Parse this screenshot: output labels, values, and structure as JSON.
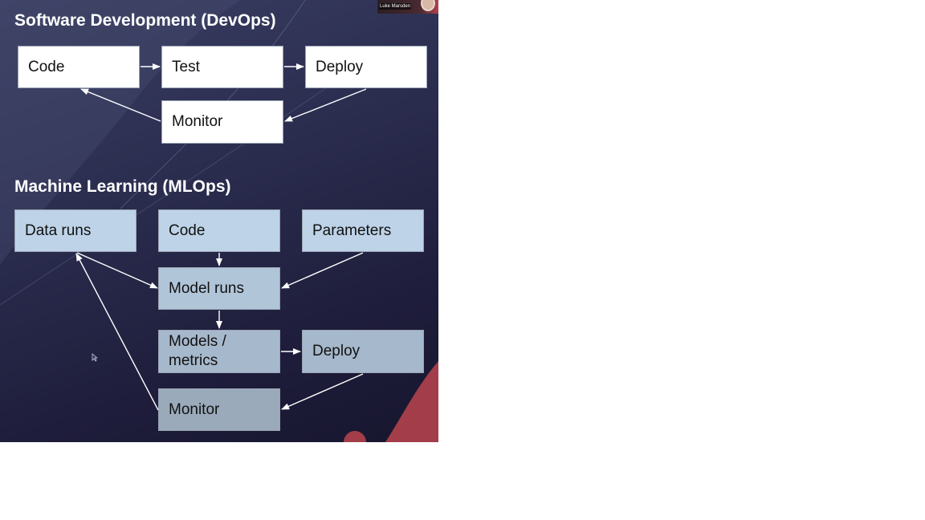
{
  "devops": {
    "title": "Software Development (DevOps)",
    "boxes": {
      "code": "Code",
      "test": "Test",
      "deploy": "Deploy",
      "monitor": "Monitor"
    }
  },
  "mlops": {
    "title": "Machine Learning (MLOps)",
    "boxes": {
      "data_runs": "Data runs",
      "code": "Code",
      "parameters": "Parameters",
      "model_runs": "Model runs",
      "models_metrics_line1": "Models /",
      "models_metrics_line2": "metrics",
      "deploy": "Deploy",
      "monitor": "Monitor"
    }
  },
  "participant": {
    "name": "Luke Marsden"
  },
  "colors": {
    "slide_bg": "#2b2d4f",
    "title_text": "#ffffff",
    "devops_box": "#ffffff",
    "mlops_box": "#bed3e8",
    "arrow": "#ffffff",
    "accent_red": "#b3414d"
  }
}
